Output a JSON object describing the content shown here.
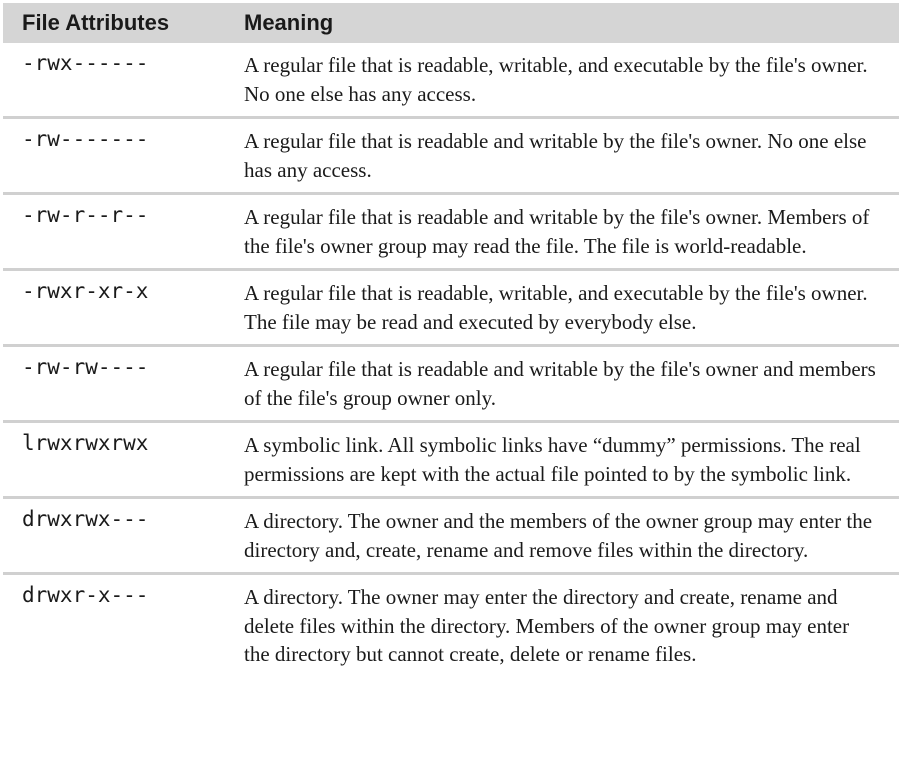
{
  "table": {
    "headers": {
      "attributes": "File Attributes",
      "meaning": "Meaning"
    },
    "rows": [
      {
        "attributes": "-rwx------",
        "meaning": "A regular file that is readable, writable, and executable by the file's owner. No one else has any access."
      },
      {
        "attributes": "-rw-------",
        "meaning": "A regular file that is readable and writable by the file's owner. No one else has any access."
      },
      {
        "attributes": "-rw-r--r--",
        "meaning": "A regular file that is readable and writable by the file's owner. Members of the file's owner group may read the file. The file is world-readable."
      },
      {
        "attributes": "-rwxr-xr-x",
        "meaning": "A regular file that is readable, writable, and executable by the file's owner. The file may be read and executed by everybody else."
      },
      {
        "attributes": "-rw-rw----",
        "meaning": "A regular file that is readable and writable by the file's owner and members of the file's group owner only."
      },
      {
        "attributes": "lrwxrwxrwx",
        "meaning": "A symbolic link. All symbolic links have “dummy” permissions. The real permissions are kept with the actual file pointed to by the symbolic link."
      },
      {
        "attributes": "drwxrwx---",
        "meaning": "A directory. The owner and the members of the owner group may enter the directory and, create, rename and remove files within the directory."
      },
      {
        "attributes": "drwxr-x---",
        "meaning": "A directory. The owner may enter the directory and create, rename and delete files within the directory. Members of the owner group may enter the directory but cannot create, delete or rename files."
      }
    ]
  }
}
